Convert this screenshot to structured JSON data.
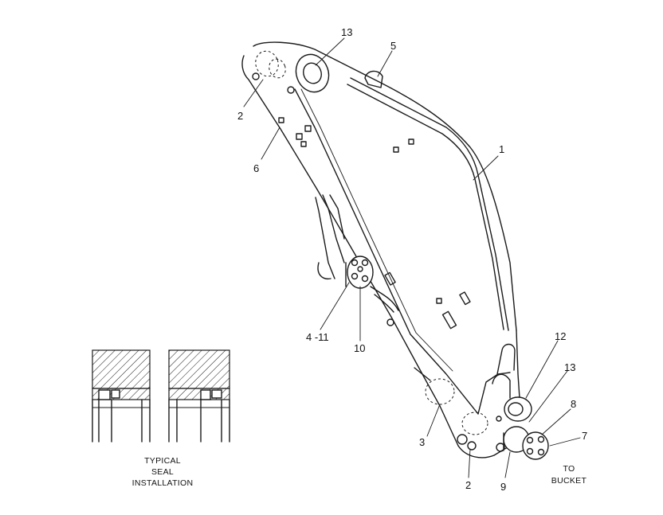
{
  "callouts": {
    "c1": "1",
    "c2_top": "2",
    "c2_bottom": "2",
    "c3": "3",
    "c4_11": "4 -11",
    "c5": "5",
    "c6": "6",
    "c7": "7",
    "c8": "8",
    "c9": "9",
    "c10": "10",
    "c12": "12",
    "c13_top": "13",
    "c13_bottom": "13"
  },
  "captions": {
    "seal_line1": "TYPICAL",
    "seal_line2": "SEAL",
    "seal_line3": "INSTALLATION",
    "bucket_line1": "TO",
    "bucket_line2": "BUCKET"
  }
}
